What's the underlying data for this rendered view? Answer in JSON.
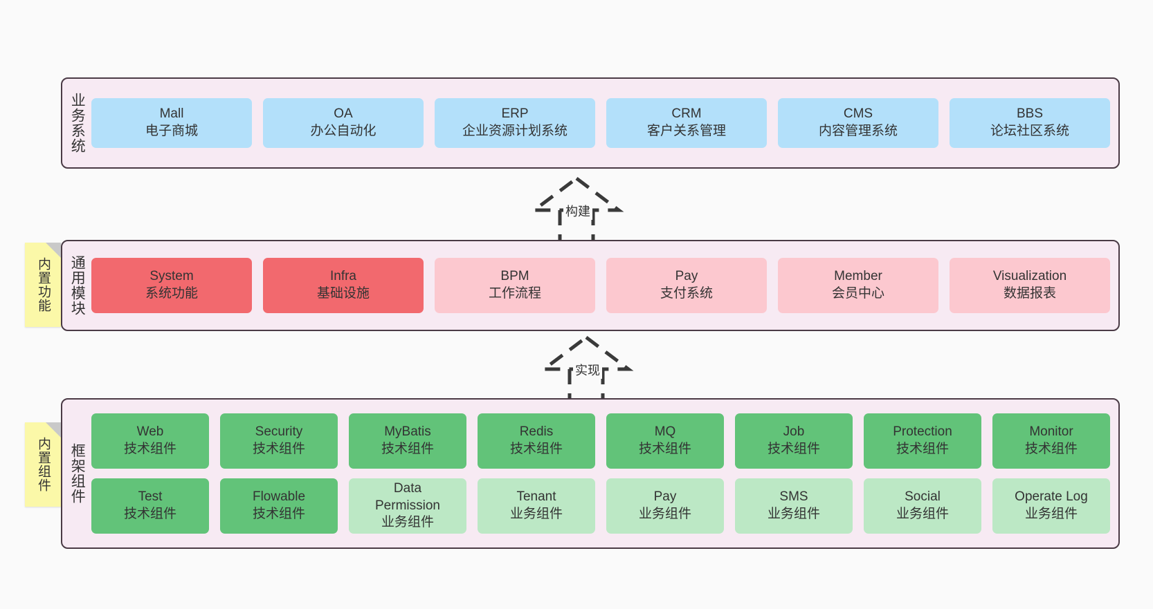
{
  "diagram": {
    "title": "",
    "colors": {
      "canvas": "#FAFAFA",
      "layer_fill": "#F7EAF3",
      "layer_border": "#4A3A45",
      "business_card": "#B3E0FA",
      "module_core": "#F2696E",
      "module_plain": "#FCC8CF",
      "component_tech": "#62C379",
      "component_biz": "#BCE8C5",
      "sticky": "#FBF8A8",
      "sticky_fold": "#C9C9C9",
      "text": "#333333"
    }
  },
  "layers": [
    {
      "id": "business",
      "label": "业务系统",
      "rows": [
        [
          {
            "name": "Mall",
            "desc": "电子商城",
            "style": "blue"
          },
          {
            "name": "OA",
            "desc": "办公自动化",
            "style": "blue"
          },
          {
            "name": "ERP",
            "desc": "企业资源计划系统",
            "style": "blue"
          },
          {
            "name": "CRM",
            "desc": "客户关系管理",
            "style": "blue"
          },
          {
            "name": "CMS",
            "desc": "内容管理系统",
            "style": "blue"
          },
          {
            "name": "BBS",
            "desc": "论坛社区系统",
            "style": "blue"
          }
        ]
      ]
    },
    {
      "id": "modules",
      "label": "通用模块",
      "rows": [
        [
          {
            "name": "System",
            "desc": "系统功能",
            "style": "red"
          },
          {
            "name": "Infra",
            "desc": "基础设施",
            "style": "red"
          },
          {
            "name": "BPM",
            "desc": "工作流程",
            "style": "pink"
          },
          {
            "name": "Pay",
            "desc": "支付系统",
            "style": "pink"
          },
          {
            "name": "Member",
            "desc": "会员中心",
            "style": "pink"
          },
          {
            "name": "Visualization",
            "desc": "数据报表",
            "style": "pink"
          }
        ]
      ]
    },
    {
      "id": "framework",
      "label": "框架组件",
      "rows": [
        [
          {
            "name": "Web",
            "desc": "技术组件",
            "style": "green"
          },
          {
            "name": "Security",
            "desc": "技术组件",
            "style": "green"
          },
          {
            "name": "MyBatis",
            "desc": "技术组件",
            "style": "green"
          },
          {
            "name": "Redis",
            "desc": "技术组件",
            "style": "green"
          },
          {
            "name": "MQ",
            "desc": "技术组件",
            "style": "green"
          },
          {
            "name": "Job",
            "desc": "技术组件",
            "style": "green"
          },
          {
            "name": "Protection",
            "desc": "技术组件",
            "style": "green"
          },
          {
            "name": "Monitor",
            "desc": "技术组件",
            "style": "green"
          }
        ],
        [
          {
            "name": "Test",
            "desc": "技术组件",
            "style": "green"
          },
          {
            "name": "Flowable",
            "desc": "技术组件",
            "style": "green"
          },
          {
            "name": "Data",
            "name2": "Permission",
            "desc": "业务组件",
            "style": "lgreen"
          },
          {
            "name": "Tenant",
            "desc": "业务组件",
            "style": "lgreen"
          },
          {
            "name": "Pay",
            "desc": "业务组件",
            "style": "lgreen"
          },
          {
            "name": "SMS",
            "desc": "业务组件",
            "style": "lgreen"
          },
          {
            "name": "Social",
            "desc": "业务组件",
            "style": "lgreen"
          },
          {
            "name": "Operate Log",
            "desc": "业务组件",
            "style": "lgreen"
          }
        ]
      ]
    }
  ],
  "sticky_notes": [
    {
      "id": "built-in-function",
      "label": "内置功能"
    },
    {
      "id": "built-in-component",
      "label": "内置组件"
    }
  ],
  "connectors": [
    {
      "id": "build",
      "label": "构建",
      "from": "通用模块",
      "to": "业务系统",
      "kind": "dashed-generalization-up"
    },
    {
      "id": "implement",
      "label": "实现",
      "from": "框架组件",
      "to": "通用模块",
      "kind": "dashed-generalization-up"
    }
  ]
}
